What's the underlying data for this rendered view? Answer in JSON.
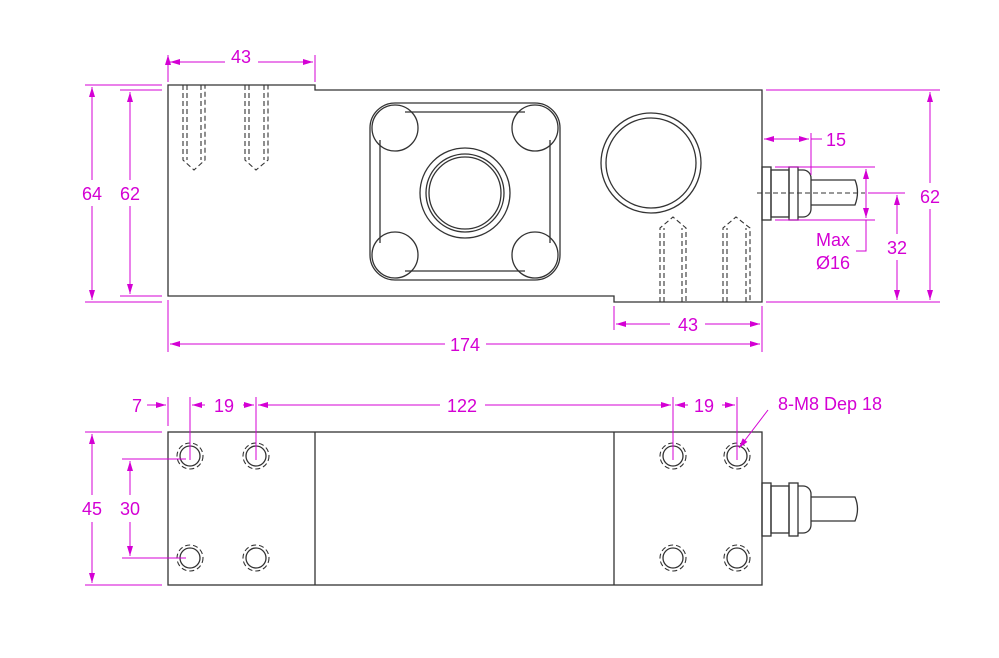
{
  "colors": {
    "dimension": "#d400d4",
    "outline": "#333333"
  },
  "top_view": {
    "dims": {
      "hole_spacing_left": "43",
      "overall_height": "64",
      "body_height": "62",
      "cable_gland_length": "15",
      "cable_max_label": "Max",
      "cable_diameter": "Ø16",
      "cable_center_height": "32",
      "right_height": "62",
      "hole_spacing_right": "43",
      "overall_length": "174"
    }
  },
  "bottom_view": {
    "dims": {
      "edge_offset": "7",
      "hole_pitch_left": "19",
      "hole_center_distance": "122",
      "hole_pitch_right": "19",
      "thread_spec": "8-M8 Dep 18",
      "width": "45",
      "hole_row_spacing": "30"
    }
  }
}
